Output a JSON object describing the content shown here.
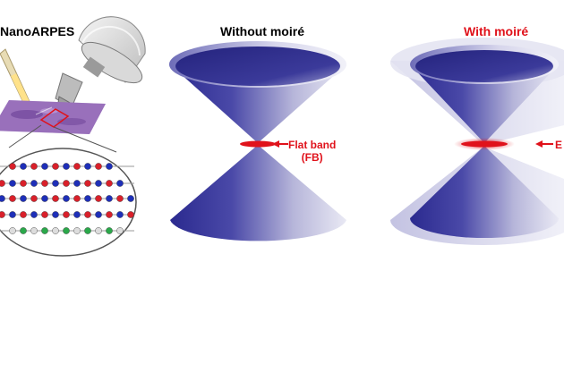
{
  "panels": {
    "left": {
      "title": "NanoARPES",
      "title_color": "#000000"
    },
    "middle": {
      "title": "Without moiré",
      "title_color": "#000000",
      "annotation_line1": "Flat band",
      "annotation_line2": "(FB)",
      "annotation_color": "#e0121b"
    },
    "right": {
      "title": "With moiré",
      "title_color": "#e0121b",
      "annotation_partial": "E",
      "annotation_color": "#e0121b"
    }
  },
  "colors": {
    "cone_dark": "#2b2a8f",
    "cone_light": "#e9e9f4",
    "flat_band": "#e0121b",
    "atom_red": "#d9202a",
    "atom_blue": "#1e2fb8",
    "atom_green": "#2aa84a",
    "sample_purple": "#8a5fb0"
  }
}
